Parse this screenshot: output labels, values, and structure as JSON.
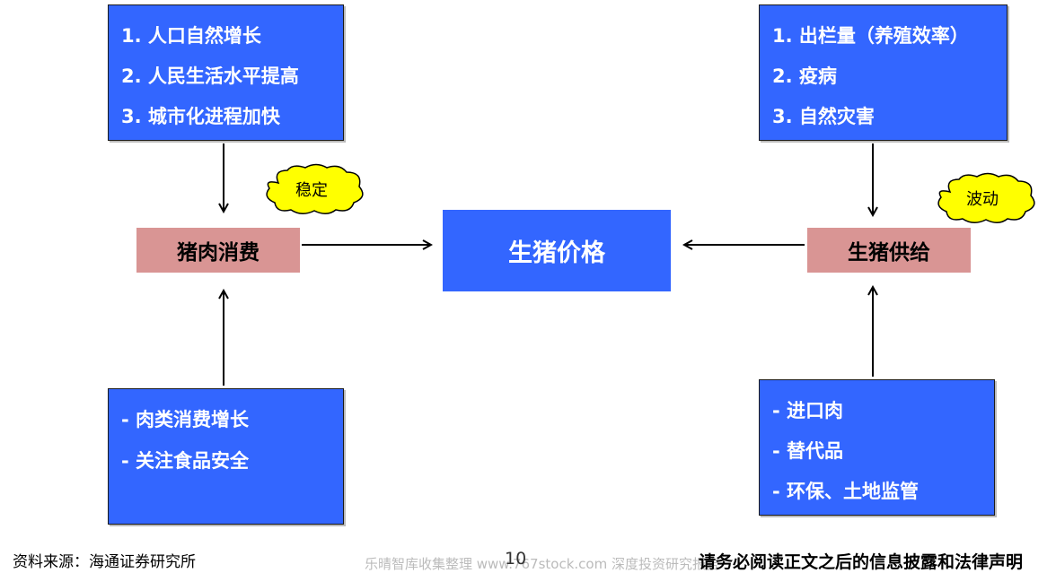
{
  "top_left": {
    "items": [
      "1. 人口自然增长",
      "2. 人民生活水平提高",
      "3. 城市化进程加快"
    ]
  },
  "top_right": {
    "items": [
      "1. 出栏量（养殖效率）",
      "2. 疫病",
      "3. 自然灾害"
    ]
  },
  "bottom_left": {
    "items": [
      "-  肉类消费增长",
      "-  关注食品安全"
    ]
  },
  "bottom_right": {
    "items": [
      "-  进口肉",
      "-  替代品",
      "-  环保、土地监管"
    ]
  },
  "consumption_label": "猪肉消费",
  "supply_label": "生猪供给",
  "center_label": "生猪价格",
  "cloud_left_label": "稳定",
  "cloud_right_label": "波动",
  "footer": {
    "source": "资料来源：海通证券研究所",
    "page_number": "10",
    "watermark": "乐晴智库收集整理 www.767stock.com 深度投资研究报告",
    "disclaimer": "请务必阅读正文之后的信息披露和法律声明"
  },
  "colors": {
    "box_blue": "#3366ff",
    "box_pink": "#d99594",
    "cloud_yellow": "#ffff00"
  }
}
